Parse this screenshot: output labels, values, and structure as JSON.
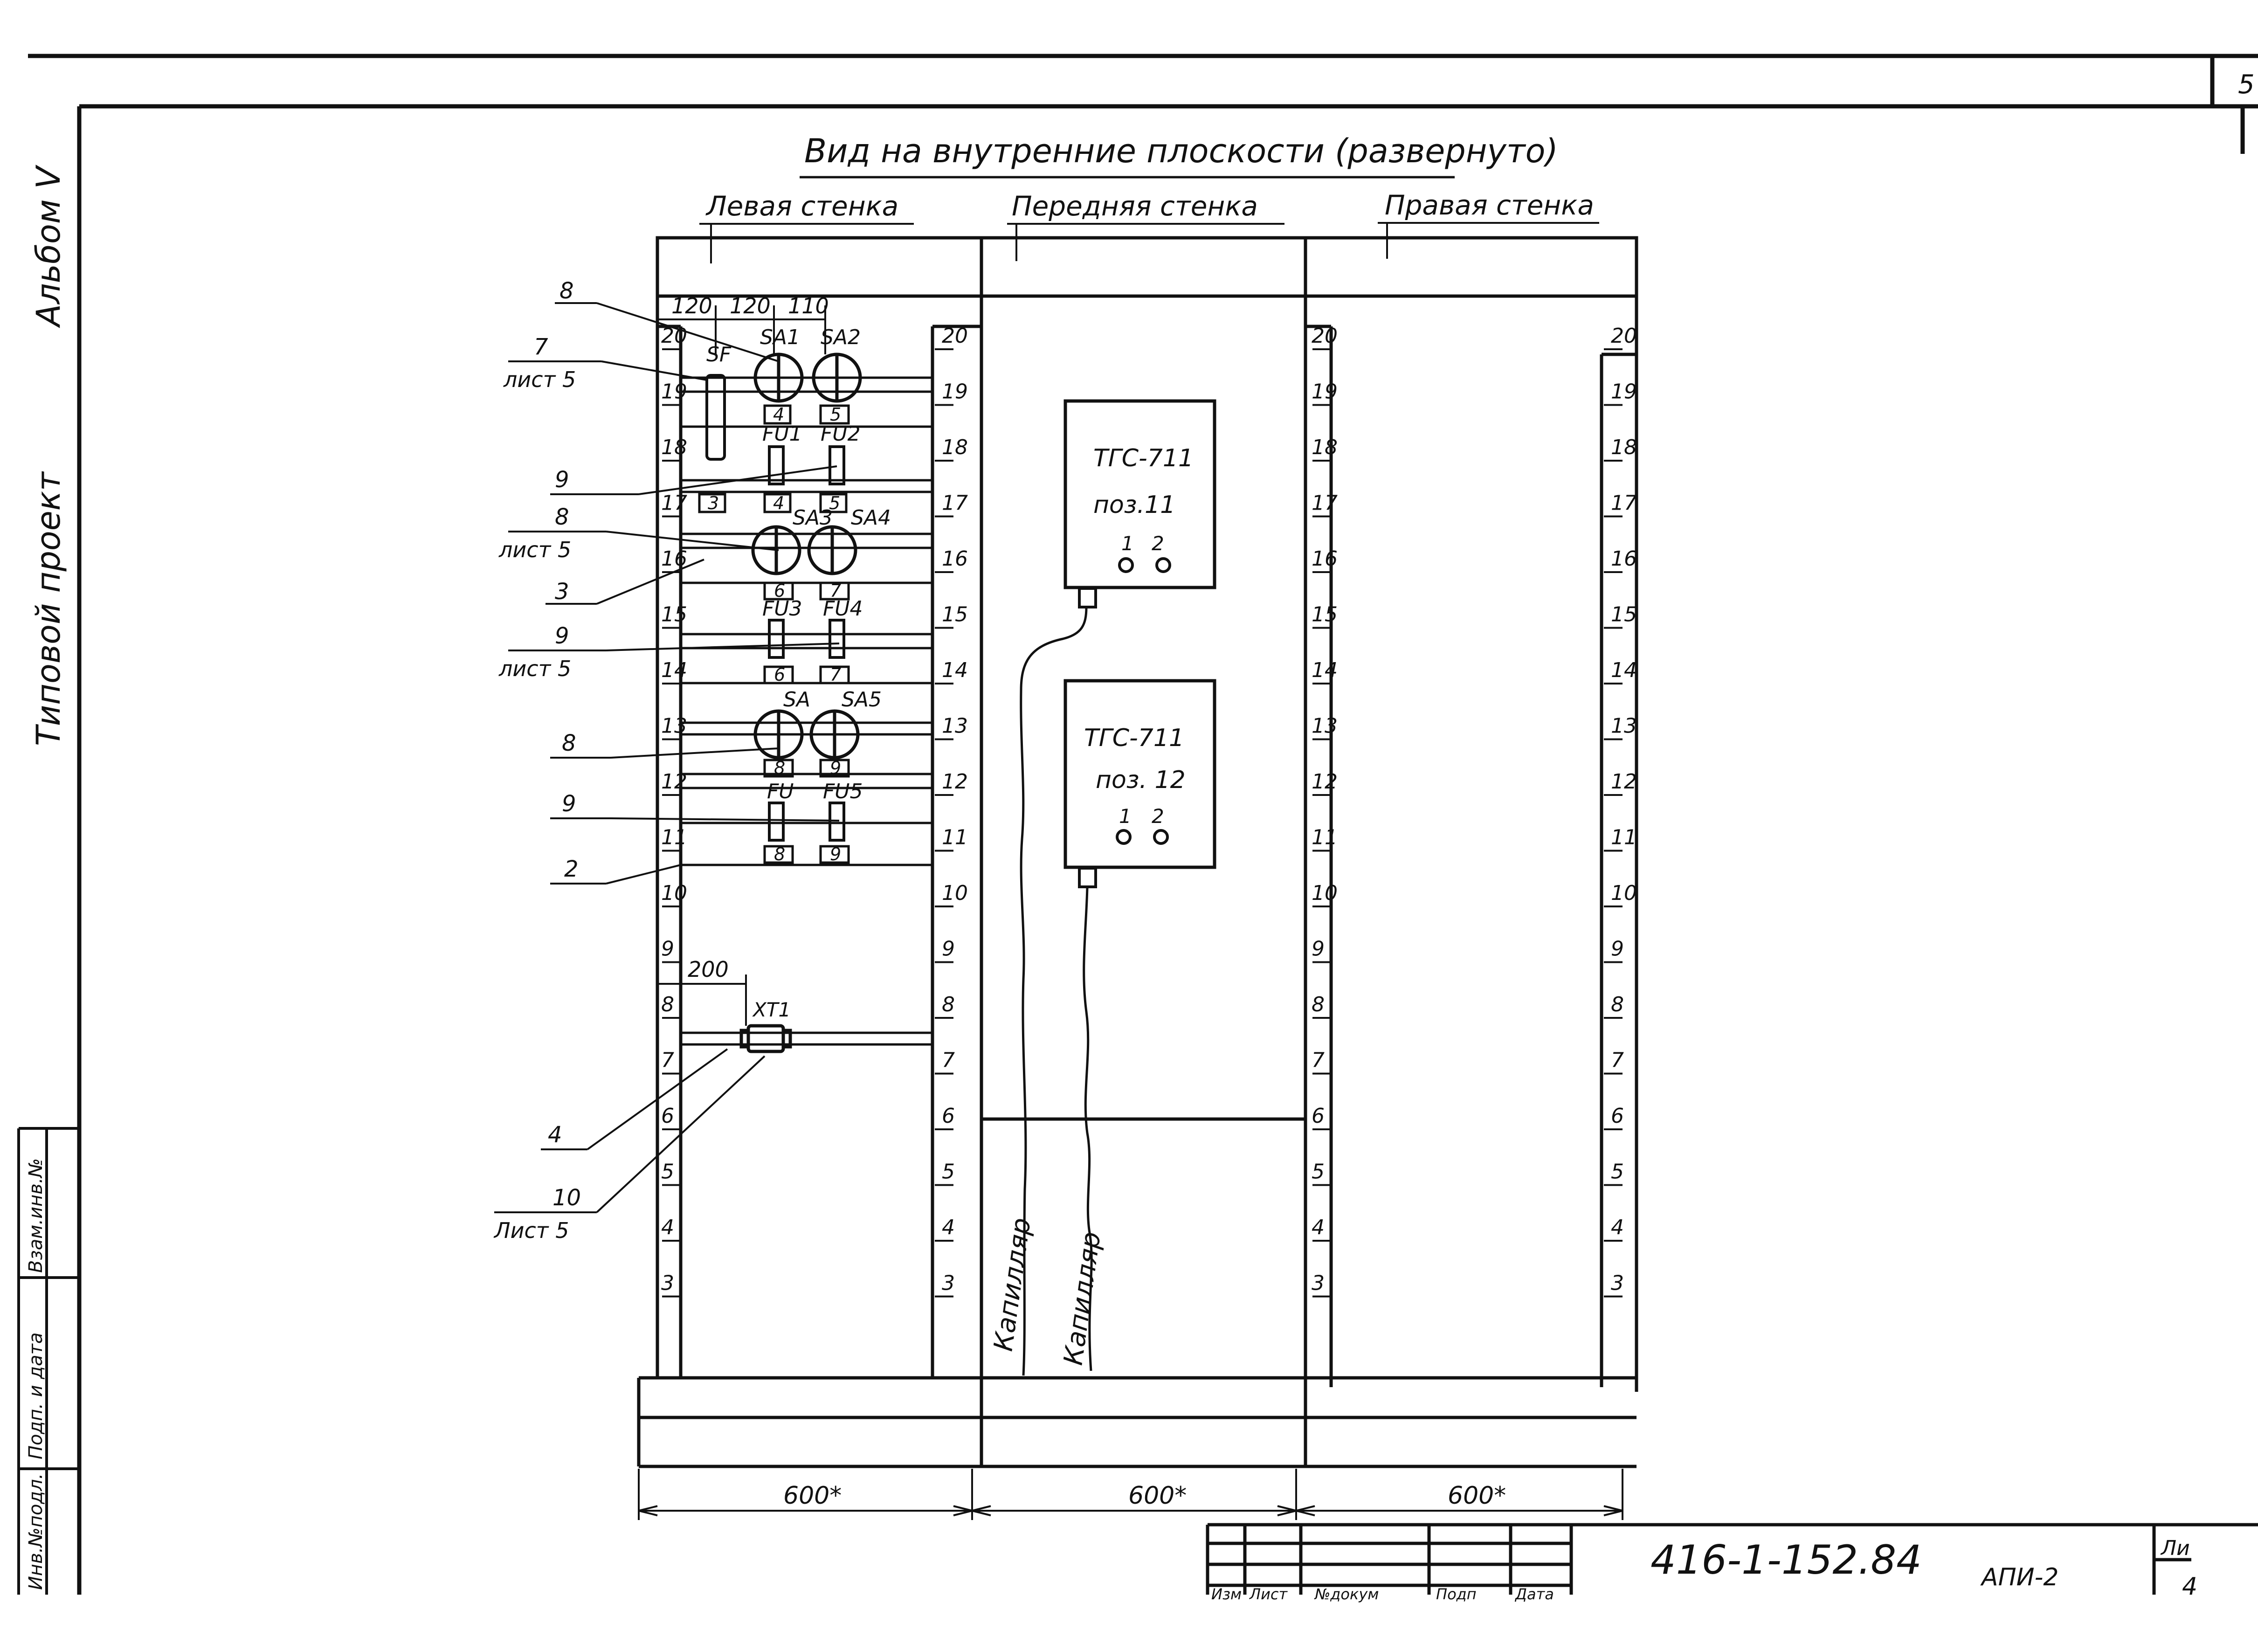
{
  "sheet": {
    "corner_page_number": "5",
    "title": "Вид на внутренние плоскости (развернуто)",
    "margin_labels": {
      "album": "Альбом V",
      "project": "Типовой проект"
    },
    "stamp_strip": {
      "vzam_inv": "Взам.инв.№",
      "podp_data": "Подп. и дата",
      "inv_podl": "Инв.№подл."
    }
  },
  "walls": {
    "left": "Левая стенка",
    "front": "Передняя стенка",
    "right": "Правая стенка"
  },
  "dims": {
    "top": [
      "120",
      "120",
      "110"
    ],
    "xt_offset": "200",
    "bottom": [
      "600*",
      "600*",
      "600*"
    ]
  },
  "rail_numbers": [
    "20",
    "19",
    "18",
    "17",
    "16",
    "15",
    "14",
    "13",
    "12",
    "11",
    "10",
    "9",
    "8",
    "7",
    "6",
    "5",
    "4",
    "3"
  ],
  "devices": {
    "sf": "SF",
    "sa1": "SA1",
    "sa2": "SA2",
    "sa3": "SA3",
    "sa4": "SA4",
    "sa": "SA",
    "sa5": "SA5",
    "fu1": "FU1",
    "fu2": "FU2",
    "fu3": "FU3",
    "fu4": "FU4",
    "fu": "FU",
    "fu5": "FU5",
    "xt1": "XT1"
  },
  "marker_labels": {
    "r1": [
      "4",
      "5"
    ],
    "r2": [
      "3",
      "4",
      "5"
    ],
    "r3": [
      "6",
      "7"
    ],
    "r4": [
      "6",
      "7"
    ],
    "r5": [
      "8",
      "9"
    ],
    "r6": [
      "8",
      "9"
    ]
  },
  "callouts": {
    "c8a": "8",
    "c7": "7",
    "c7s": "лист 5",
    "c9a": "9",
    "c8b": "8",
    "c8bs": "лист 5",
    "c3": "3",
    "c9b": "9",
    "c9bs": "лист 5",
    "c8c": "8",
    "c9c": "9",
    "c2": "2",
    "c4": "4",
    "c10": "10",
    "c10s": "Лист 5"
  },
  "gauges": [
    {
      "model": "ТГС-711",
      "pos": "поз.11",
      "t1": "1",
      "t2": "2"
    },
    {
      "model": "ТГС-711",
      "pos": "поз. 12",
      "t1": "1",
      "t2": "2"
    }
  ],
  "capillary": [
    "Капилляр",
    "Капилляр"
  ],
  "title_block": {
    "doc_code": "416-1-152.84",
    "sheet_code": "АПИ-2",
    "sheet_label": "Ли",
    "sheet_num": "4",
    "headers": [
      "Изм",
      "Лист",
      "№докум",
      "Подп",
      "Дата"
    ]
  }
}
